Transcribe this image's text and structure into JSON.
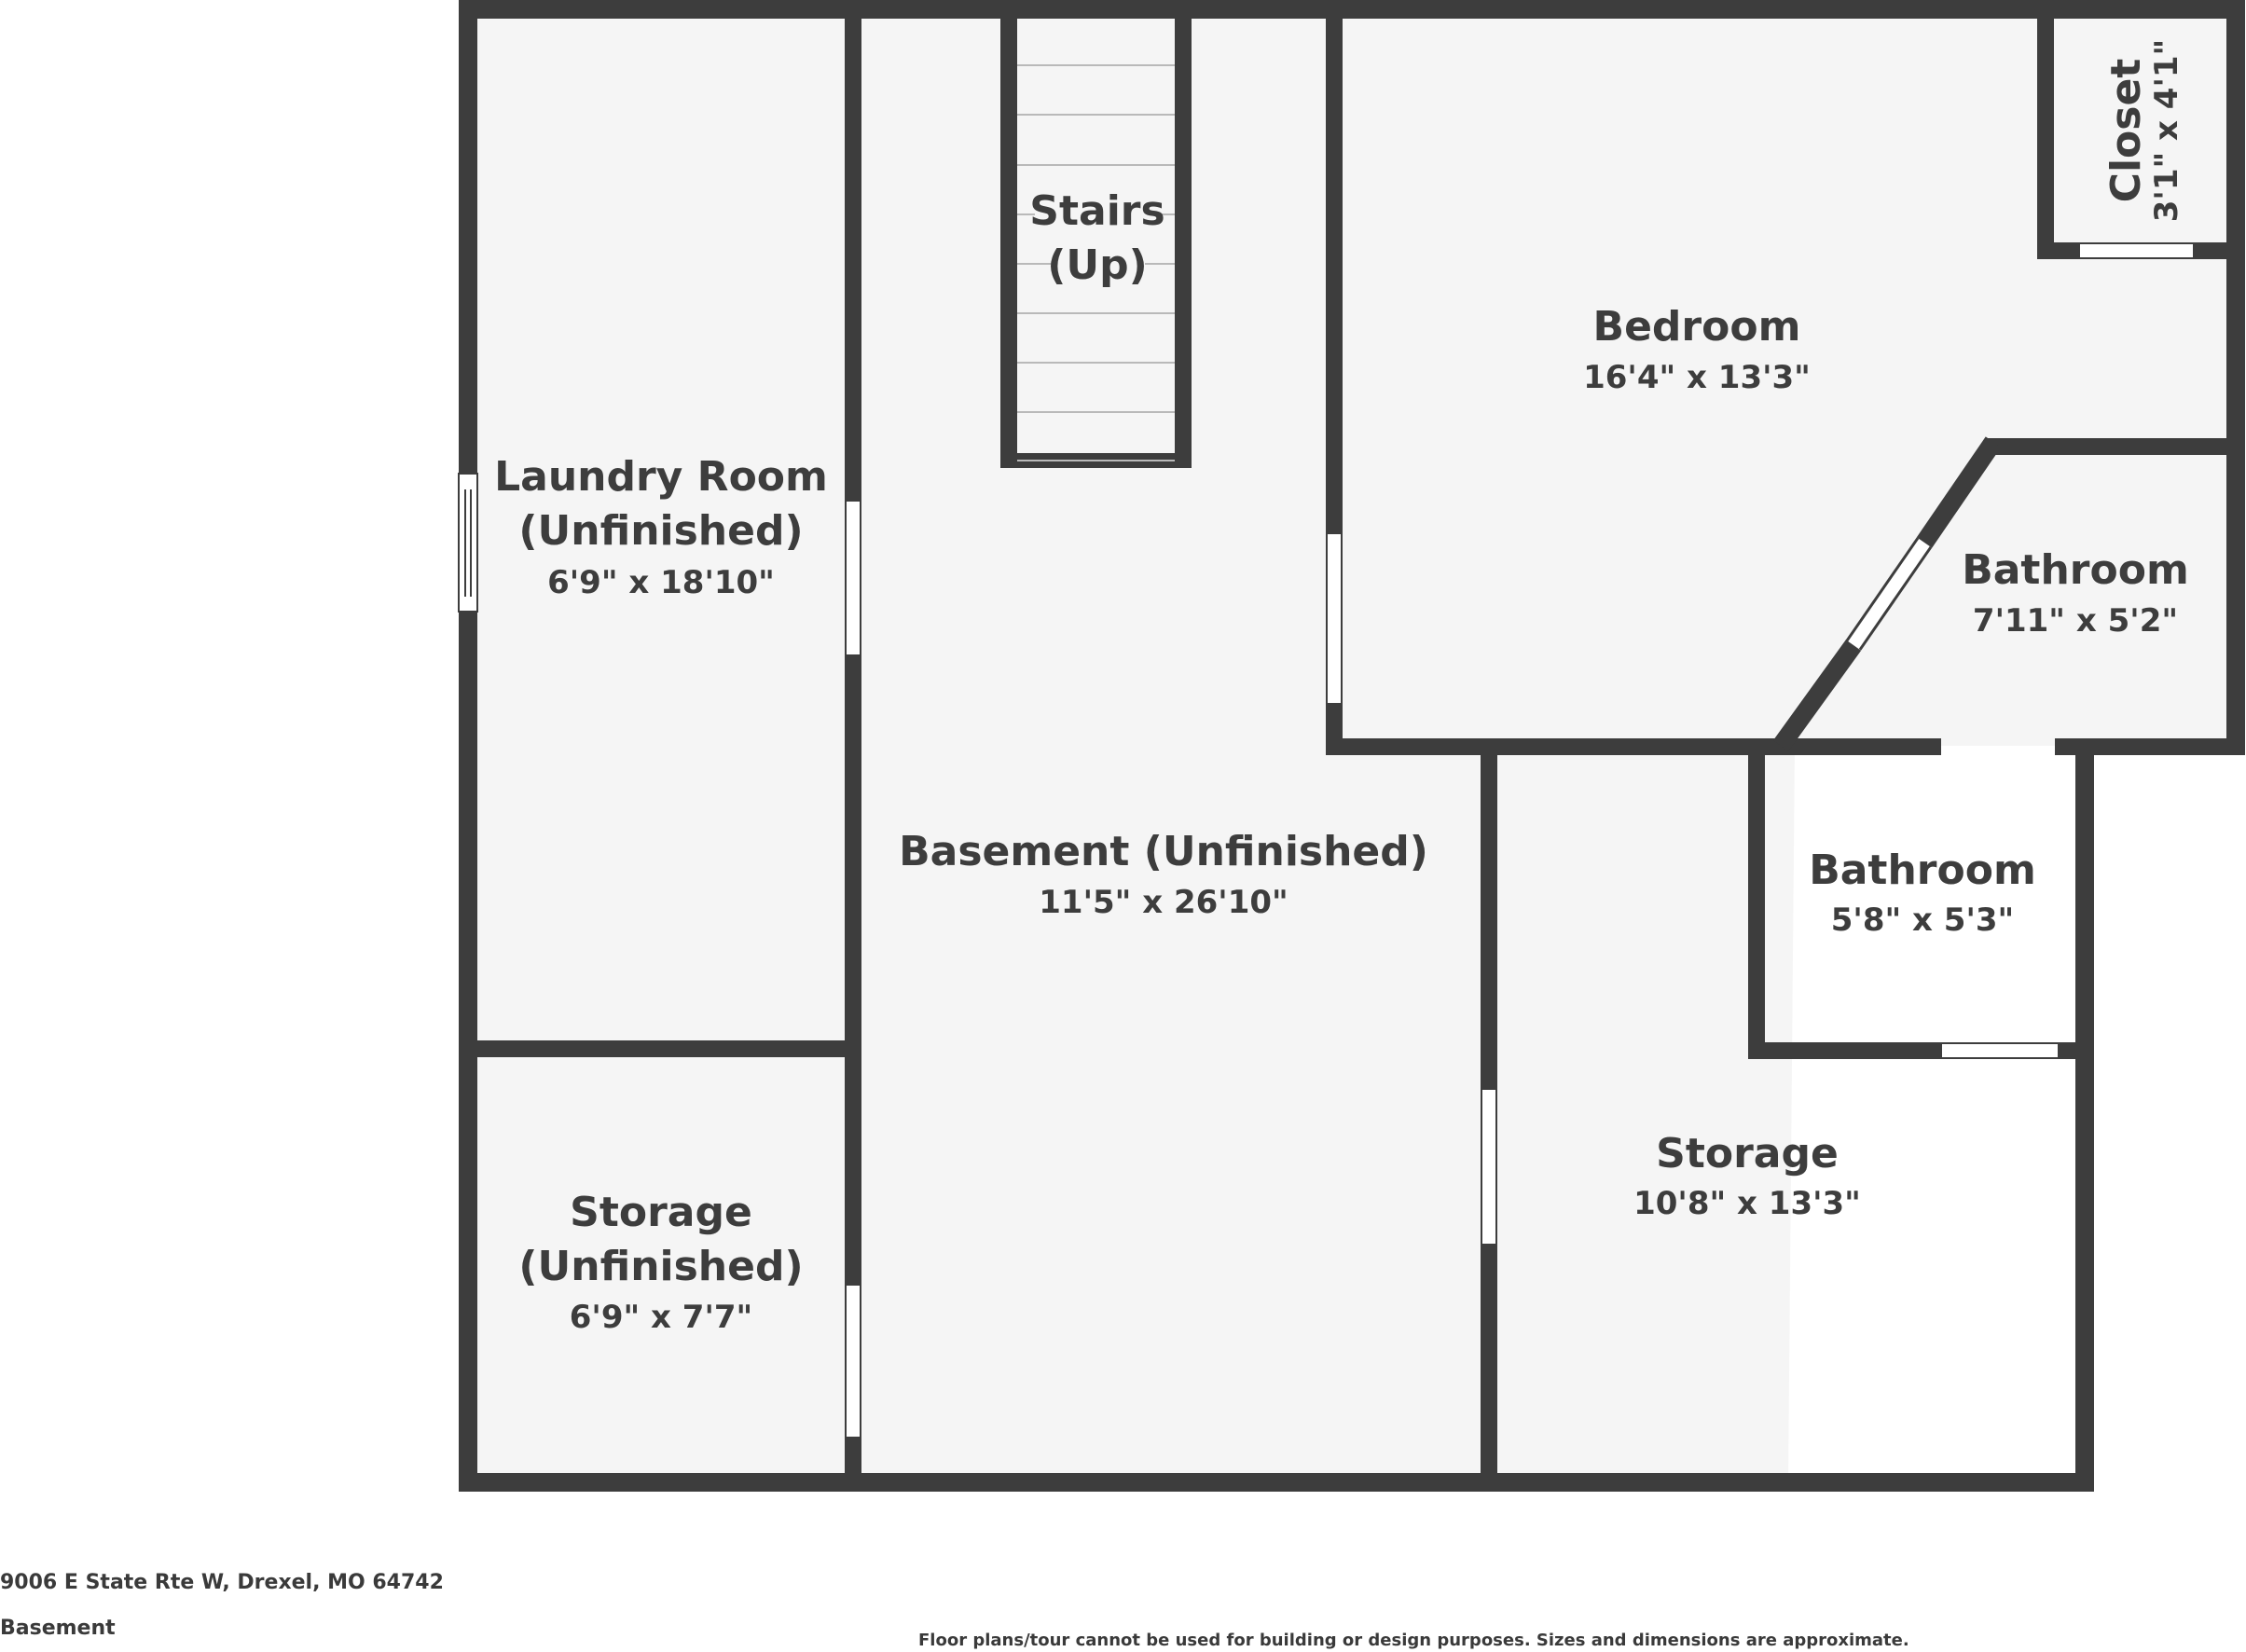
{
  "colors": {
    "wall": "#3d3d3d",
    "floor": "#f5f5f5",
    "stair_line": "#b9b9b9",
    "opening": "#ffffff",
    "text": "#3d3d3d"
  },
  "rooms": {
    "laundry": {
      "name_line1": "Laundry Room",
      "name_line2": "(Unfinished)",
      "dims": "6'9\" x 18'10\""
    },
    "basement": {
      "name": "Basement (Unfinished)",
      "dims": "11'5\" x 26'10\""
    },
    "stairs": {
      "name_line1": "Stairs",
      "name_line2": "(Up)"
    },
    "bedroom": {
      "name": "Bedroom",
      "dims": "16'4\" x 13'3\""
    },
    "closet": {
      "name": "Closet",
      "dims": "3'1\" x 4'1\""
    },
    "bathroom_1": {
      "name": "Bathroom",
      "dims": "7'11\" x 5'2\""
    },
    "bathroom_2": {
      "name": "Bathroom",
      "dims": "5'8\" x 5'3\""
    },
    "storage_left": {
      "name_line1": "Storage",
      "name_line2": "(Unfinished)",
      "dims": "6'9\" x 7'7\""
    },
    "storage_right": {
      "name": "Storage",
      "dims": "10'8\" x 13'3\""
    }
  },
  "footer": {
    "address": "9006 E State Rte W, Drexel, MO 64742",
    "floor_label": "Basement",
    "disclaimer": "Floor plans/tour cannot be used for building or design purposes. Sizes and dimensions are approximate."
  }
}
